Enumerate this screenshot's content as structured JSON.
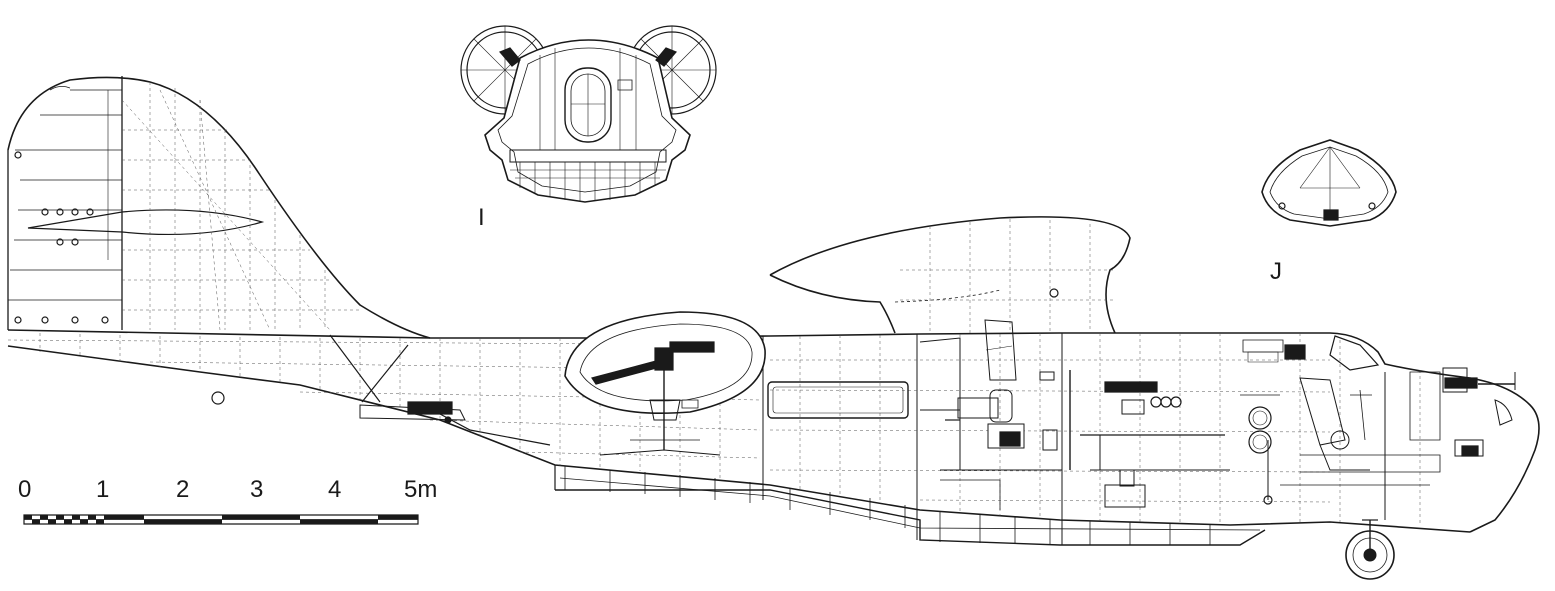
{
  "section_labels": {
    "top_section": "I",
    "nose_section": "J"
  },
  "scale_bar": {
    "ticks": [
      "0",
      "1",
      "2",
      "3",
      "4",
      "5m"
    ]
  },
  "colors": {
    "ink": "#1a1a1a",
    "paper": "#ffffff",
    "grid": "#555555"
  }
}
